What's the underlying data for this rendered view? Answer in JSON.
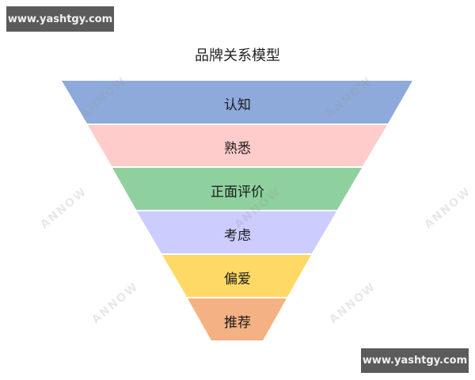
{
  "watermarks": {
    "top_left": "www.yashtgy.com",
    "bottom_right": "www.yashtgy.com",
    "faint_mark": "ANNOW"
  },
  "diagram": {
    "title": "品牌关系模型",
    "type": "funnel",
    "stages": [
      {
        "label": "认知",
        "color": "#8eaadb"
      },
      {
        "label": "熟悉",
        "color": "#ffcccc"
      },
      {
        "label": "正面评价",
        "color": "#8fd19e"
      },
      {
        "label": "考虑",
        "color": "#ccccff"
      },
      {
        "label": "偏爱",
        "color": "#ffd966"
      },
      {
        "label": "推荐",
        "color": "#f4b183"
      }
    ]
  }
}
